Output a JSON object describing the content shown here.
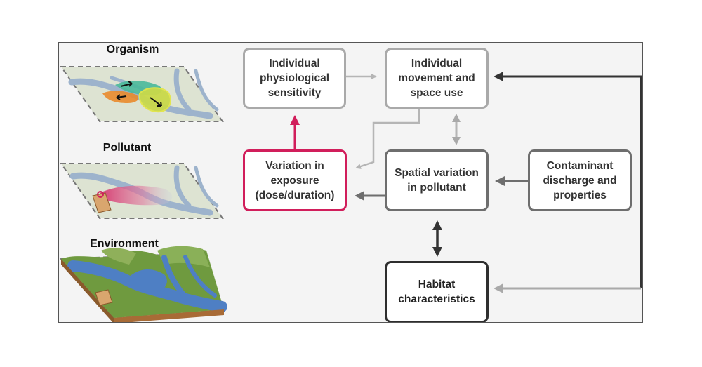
{
  "illustrations": {
    "organism": {
      "label": "Organism"
    },
    "pollutant": {
      "label": "Pollutant"
    },
    "environment": {
      "label": "Environment"
    }
  },
  "boxes": {
    "physiological_sensitivity": "Individual physiological sensitivity",
    "movement_space_use": "Individual movement and space use",
    "variation_exposure": "Variation in exposure (dose/duration)",
    "spatial_variation": "Spatial variation in pollutant",
    "contaminant_discharge": "Contaminant discharge and properties",
    "habitat_characteristics": "Habitat characteristics"
  },
  "colors": {
    "exposure_accent": "#d11e5b",
    "light_border": "#a9a9a9",
    "mid_border": "#6e6e6e",
    "dark_border": "#2e2e2e",
    "map_bg": "#dde3d2",
    "river": "#9db3cc"
  }
}
